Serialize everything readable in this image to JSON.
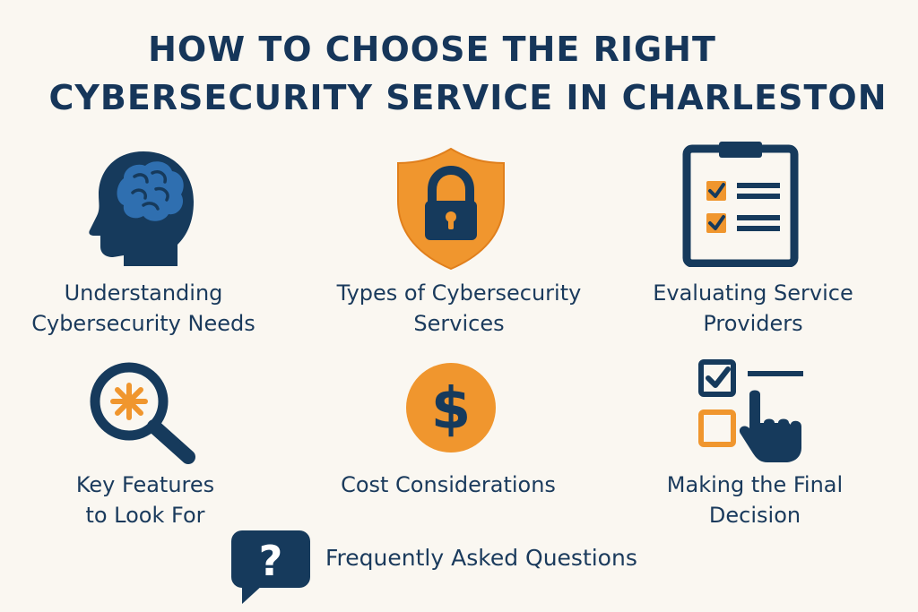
{
  "title": {
    "line1": "HOW TO CHOOSE THE RIGHT",
    "line2": "CYBERSECURITY SERVICE IN CHARLESTON"
  },
  "items": [
    {
      "line1": "Understanding",
      "line2": "Cybersecurity Needs",
      "icon": "head-brain-icon"
    },
    {
      "line1": "Types of Cybersecurity",
      "line2": "Services",
      "icon": "shield-lock-icon"
    },
    {
      "line1": "Evaluating Service",
      "line2": "Providers",
      "icon": "clipboard-checklist-icon"
    },
    {
      "line1": "Key Features",
      "line2": "to Look For",
      "icon": "magnifier-icon"
    },
    {
      "line1": "Cost Considerations",
      "line2": "",
      "icon": "dollar-coin-icon"
    },
    {
      "line1": "Making the Final",
      "line2": "Decision",
      "icon": "checkbox-hand-icon"
    }
  ],
  "faq": {
    "label": "Frequently Asked Questions",
    "icon": "question-bubble-icon"
  },
  "colors": {
    "navy": "#163a5c",
    "orange": "#f0962e",
    "background": "#faf7f1"
  }
}
